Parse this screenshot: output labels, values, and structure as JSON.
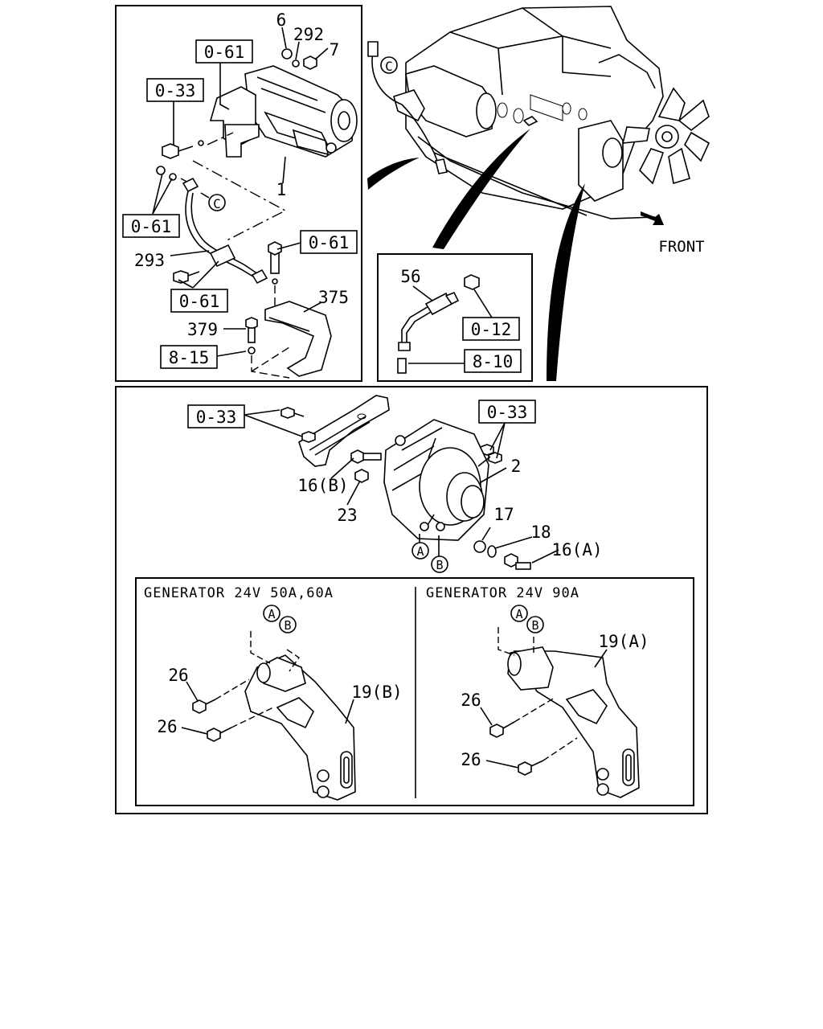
{
  "frames": {
    "starter": {
      "labels": {
        "p6": "6",
        "p292": "292",
        "p7": "7",
        "p1": "1",
        "p293": "293",
        "p375": "375",
        "p379": "379",
        "ref061a": "0-61",
        "ref033": "0-33",
        "ref061b": "0-61",
        "ref061c": "0-61",
        "ref061d": "0-61",
        "ref815": "8-15",
        "circC": "C"
      }
    },
    "engine": {
      "labels": {
        "front": "FRONT",
        "circC": "C"
      }
    },
    "sensor": {
      "labels": {
        "p56": "56",
        "ref012": "0-12",
        "ref810": "8-10"
      }
    },
    "generator": {
      "labels": {
        "ref033a": "0-33",
        "ref033b": "0-33",
        "p2": "2",
        "p16b": "16(B)",
        "p23": "23",
        "p17": "17",
        "p18": "18",
        "p16a": "16(A)",
        "circA": "A",
        "circB": "B"
      },
      "variants": [
        {
          "caption": "GENERATOR 24V 50A,60A",
          "bracket": "19(B)",
          "bolt1": "26",
          "bolt2": "26",
          "circA": "A",
          "circB": "B"
        },
        {
          "caption": "GENERATOR 24V 90A",
          "bracket": "19(A)",
          "bolt1": "26",
          "bolt2": "26",
          "circA": "A",
          "circB": "B"
        }
      ]
    }
  }
}
